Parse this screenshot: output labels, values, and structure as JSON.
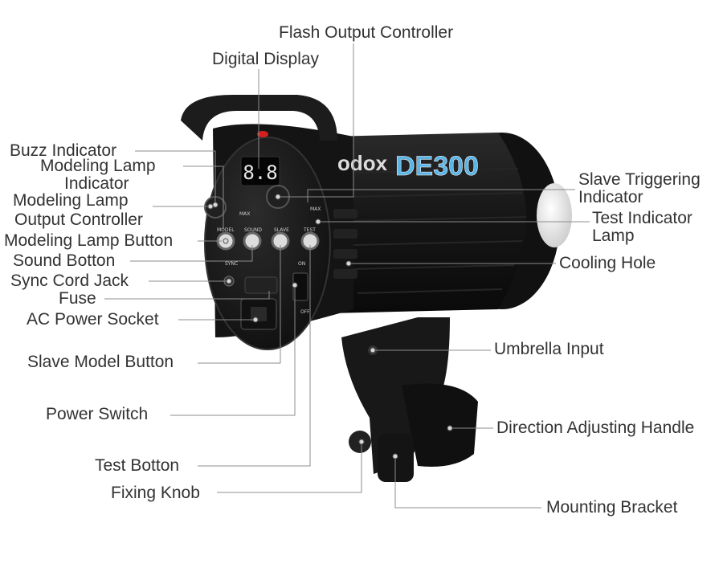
{
  "diagram": {
    "subject": "Godox DE300 studio flash",
    "brand_text": "odox",
    "model_text": "DE300",
    "display_text": "8.8",
    "panel_text": {
      "max_left": "MAX",
      "max_right": "MAX",
      "model": "MODEL",
      "sound": "SOUND",
      "slave": "SLAVE",
      "test": "TEST",
      "sync": "SYNC",
      "on": "ON",
      "off": "OFF"
    },
    "colors": {
      "body": "#1a1a1a",
      "line": "#8c8c8c",
      "label": "#333333",
      "accent_blue": "#5ab4e6",
      "accent_red": "#d62020"
    }
  },
  "labels": {
    "flash_output_controller": "Flash Output Controller",
    "digital_display": "Digital Display",
    "buzz_indicator": "Buzz Indicator",
    "modeling_lamp_indicator_1": "Modeling Lamp",
    "modeling_lamp_indicator_2": "Indicator",
    "modeling_lamp_output_1": "Modeling Lamp",
    "modeling_lamp_output_2": "Output Controller",
    "modeling_lamp_button": "Modeling Lamp Button",
    "sound_button": "Sound Botton",
    "sync_cord_jack": "Sync Cord Jack",
    "fuse": "Fuse",
    "ac_power_socket": "AC Power Socket",
    "slave_model_button": "Slave Model Button",
    "power_switch": "Power Switch",
    "test_button": "Test Botton",
    "fixing_knob": "Fixing Knob",
    "slave_triggering_1": "Slave Triggering",
    "slave_triggering_2": "Indicator",
    "test_indicator_1": "Test Indicator",
    "test_indicator_2": "Lamp",
    "cooling_hole": "Cooling Hole",
    "umbrella_input": "Umbrella Input",
    "direction_handle": "Direction Adjusting Handle",
    "mounting_bracket": "Mounting Bracket"
  }
}
